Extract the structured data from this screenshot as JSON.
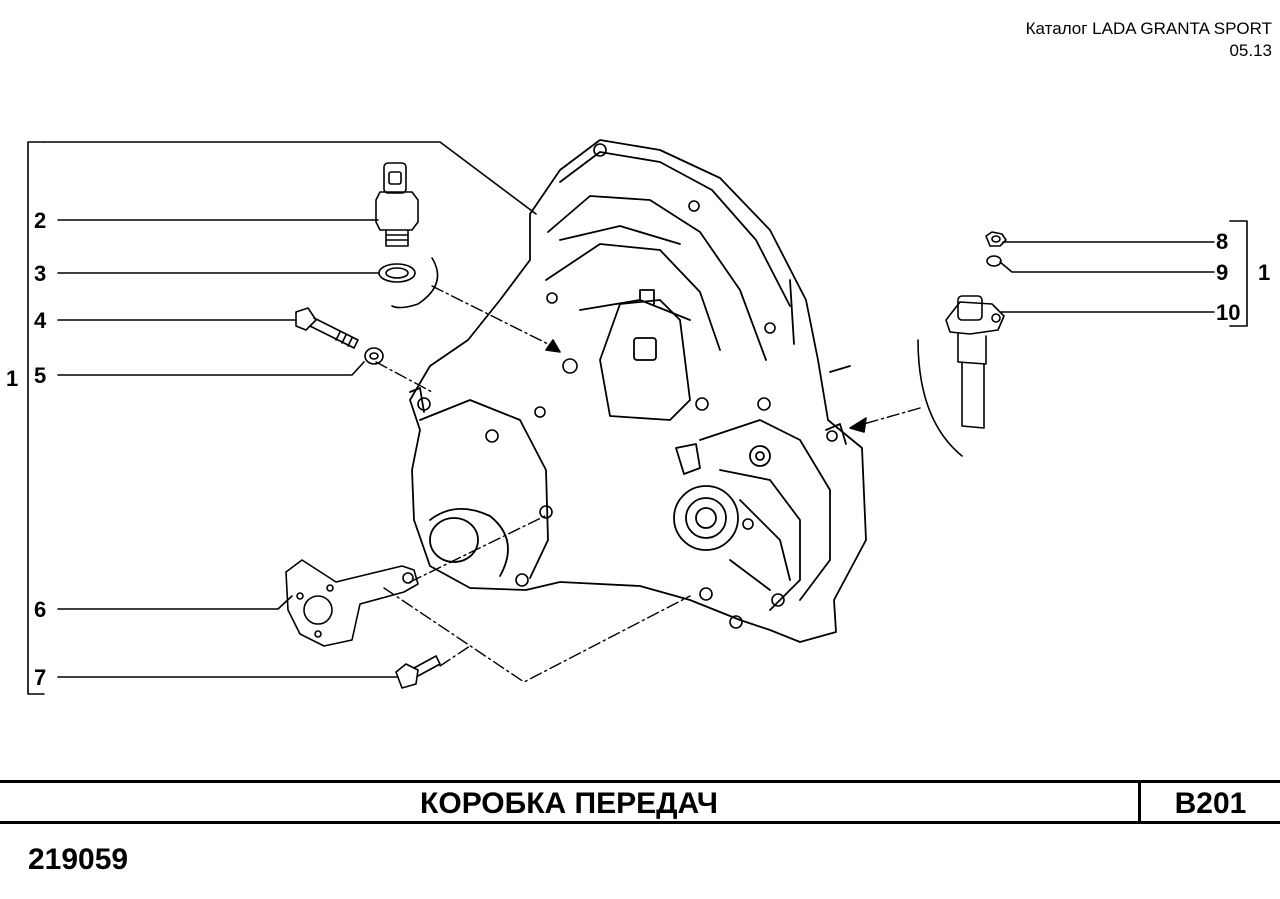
{
  "header": {
    "catalog": "Каталог LADA GRANTA SPORT",
    "date": "05.13"
  },
  "callouts": {
    "left_assembly": "1",
    "item2": "2",
    "item3": "3",
    "item4": "4",
    "item5": "5",
    "item6": "6",
    "item7": "7",
    "item8": "8",
    "item9": "9",
    "item10": "10",
    "right_assembly": "1"
  },
  "footer": {
    "title": "КОРОБКА ПЕРЕДАЧ",
    "section_code": "B201",
    "drawing_number": "219059"
  }
}
